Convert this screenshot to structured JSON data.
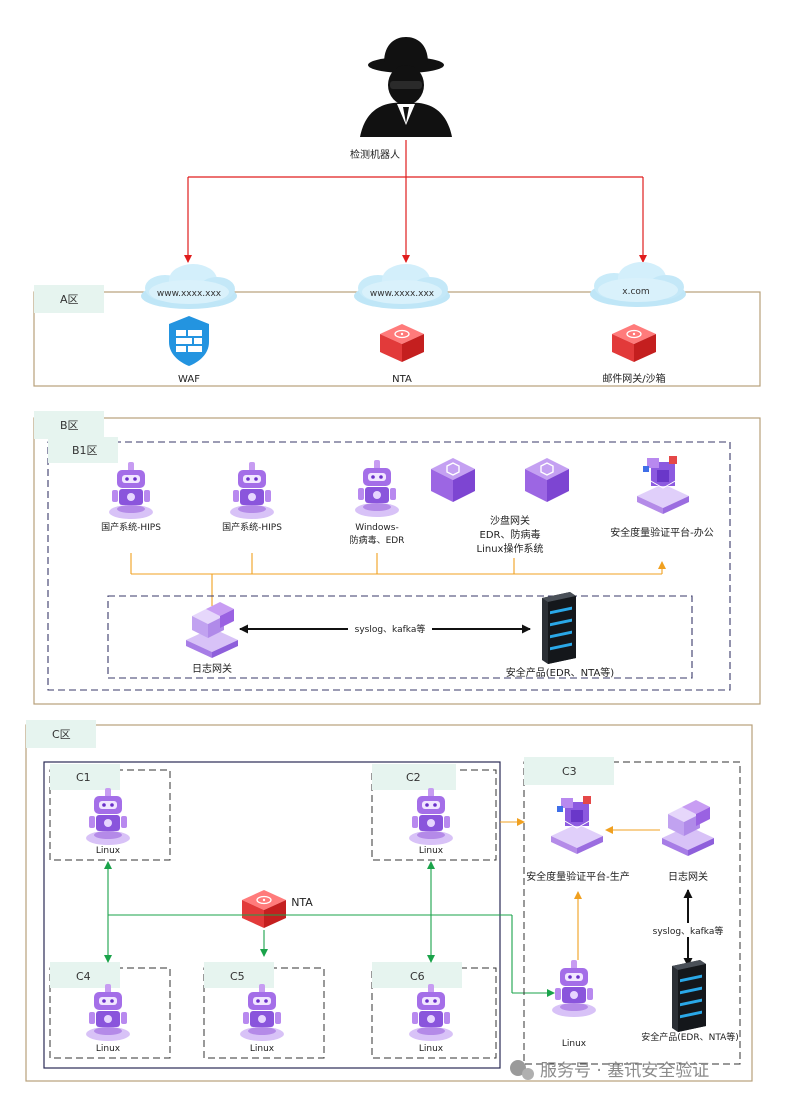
{
  "robot_label": "检测机器人",
  "zones": {
    "a": {
      "label": "A区"
    },
    "b": {
      "label": "B区"
    },
    "b1": {
      "label": "B1区"
    },
    "c": {
      "label": "C区"
    },
    "c1": {
      "label": "C1"
    },
    "c2": {
      "label": "C2"
    },
    "c3": {
      "label": "C3"
    },
    "c4": {
      "label": "C4"
    },
    "c5": {
      "label": "C5"
    },
    "c6": {
      "label": "C6"
    }
  },
  "a_zone": {
    "cloud1": "www.xxxx.xxx",
    "cloud2": "www.xxxx.xxx",
    "cloud3": "x.com",
    "waf": "WAF",
    "nta": "NTA",
    "mail": "邮件网关/沙箱"
  },
  "b_zone": {
    "hips1": "国产系统-HIPS",
    "hips2": "国产系统-HIPS",
    "win_line1": "Windows-",
    "win_line2": "防病毒、EDR",
    "sandbox_line1": "沙盘网关",
    "sandbox_line2": "EDR、防病毒",
    "sandbox_line3": "Linux操作系统",
    "platform": "安全度量验证平台-办公",
    "log_gw": "日志网关",
    "syslog": "syslog、kafka等",
    "sec_product": "安全产品(EDR、NTA等)"
  },
  "c_zone": {
    "c1_linux": "Linux",
    "c2_linux": "Linux",
    "c4_linux": "Linux",
    "c5_linux": "Linux",
    "c6_linux": "Linux",
    "nta": "NTA",
    "platform": "安全度量验证平台-生产",
    "log_gw": "日志网关",
    "syslog": "syslog、kafka等",
    "linux": "Linux",
    "sec_product": "安全产品(EDR、NTA等)"
  },
  "watermark": "服务号 · 塞讯安全验证"
}
